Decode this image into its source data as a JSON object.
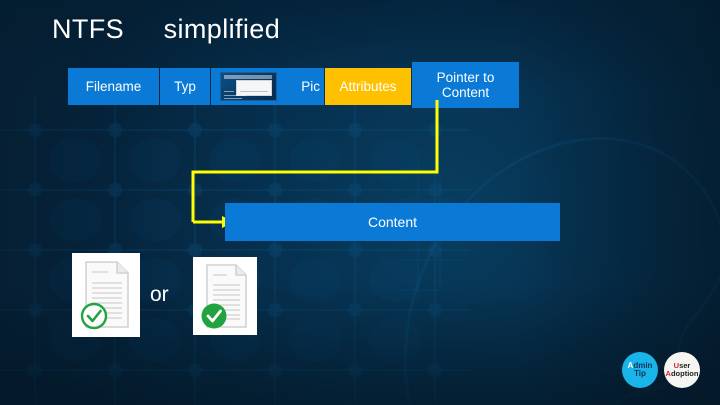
{
  "slide": {
    "title": "NTFS     simplified",
    "background_color": "#063a5e",
    "accent_blue": "#0a7ad6",
    "accent_yellow": "#ffc000",
    "accent_green": "#22a33f"
  },
  "record_bar": {
    "name": "ntfs-record-bar",
    "cells": [
      {
        "label": "Filename",
        "color": "#0a7ad6"
      },
      {
        "label": "Typ",
        "color": "#0a7ad6"
      },
      {
        "label": "Pic",
        "color": "#0a7ad6",
        "has_thumbnail": true
      },
      {
        "label": "Attributes",
        "color": "#ffc000"
      },
      {
        "label_line1": "Pointer to",
        "label_line2": "Content",
        "color": "#0a7ad6"
      }
    ]
  },
  "content_box": {
    "label": "Content",
    "color": "#0a7ad6"
  },
  "connector": {
    "color": "#ffff00",
    "description": "pointer-to-content-arrow"
  },
  "documents": {
    "or_label": "or",
    "items": [
      {
        "name": "document-check-outline",
        "check_style": "outline"
      },
      {
        "name": "document-check-filled",
        "check_style": "filled"
      }
    ]
  },
  "footer": {
    "logos": [
      {
        "name": "admin-tip-logo",
        "line1_cap": "A",
        "line1_rest": "dmin",
        "line2": "Tip",
        "bg": "#19b4e8"
      },
      {
        "name": "user-adoption-logo",
        "line1_cap": "U",
        "line1_rest": "ser",
        "line2_cap": "A",
        "line2_rest": "doption",
        "bg": "#f5f5f2"
      }
    ]
  }
}
